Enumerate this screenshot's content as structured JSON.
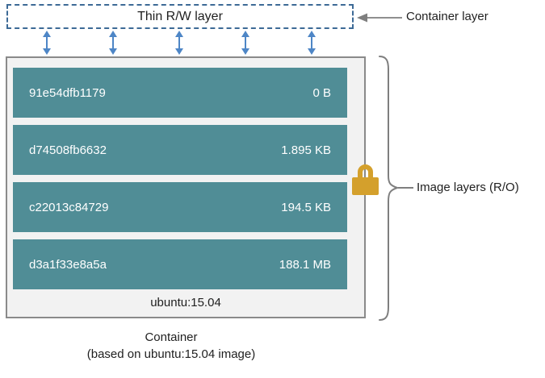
{
  "diagram": {
    "thin_rw_label": "Thin R/W layer",
    "container_layer_label": "Container layer",
    "image_layers_label": "Image layers (R/O)",
    "image_name": "ubuntu:15.04",
    "caption": {
      "line1": "Container",
      "line2": "(based on ubuntu:15.04 image)"
    },
    "layers": [
      {
        "id": "91e54dfb1179",
        "size": "0 B"
      },
      {
        "id": "d74508fb6632",
        "size": "1.895 KB"
      },
      {
        "id": "c22013c84729",
        "size": "194.5 KB"
      },
      {
        "id": "d3a1f33e8a5a",
        "size": "188.1 MB"
      }
    ],
    "icons": {
      "lock": "lock-icon",
      "double_arrow": "double-arrow-icon",
      "pointer_arrow": "left-arrow-icon",
      "brace": "curly-brace-icon"
    },
    "colors": {
      "layer_teal": "#508D96",
      "container_bg": "#F2F2F2",
      "container_border": "#8A8A8A",
      "dashed_border": "#3D6A96",
      "arrow_blue": "#4E86C6",
      "lock_gold": "#D4A02C",
      "annotation_gray": "#7F7F7F",
      "text_dark": "#1F1F1F"
    }
  }
}
